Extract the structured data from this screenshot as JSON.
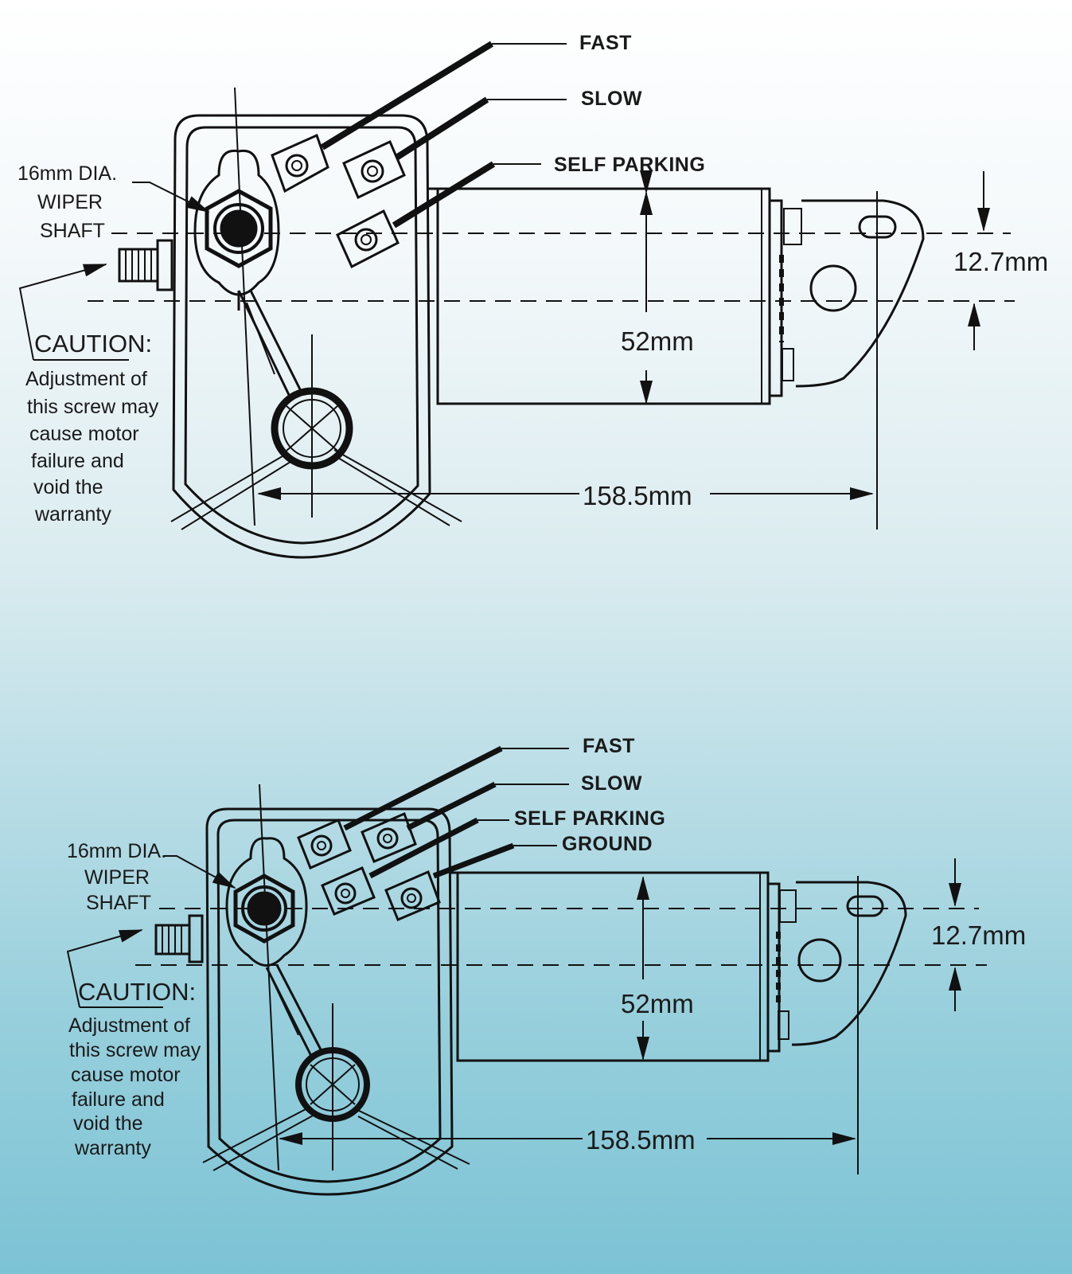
{
  "diagrams": [
    {
      "terminals": [
        "FAST",
        "SLOW",
        "SELF PARKING"
      ],
      "shaft_label": [
        "16mm DIA.",
        "WIPER",
        "SHAFT"
      ],
      "caution_title": "CAUTION:",
      "caution_text": [
        "Adjustment of",
        "this screw may",
        "cause motor",
        "failure and",
        "void the",
        "warranty"
      ],
      "dim_length": "158.5mm",
      "dim_diameter": "52mm",
      "dim_offset": "12.7mm"
    },
    {
      "terminals": [
        "FAST",
        "SLOW",
        "SELF PARKING",
        "GROUND"
      ],
      "shaft_label": [
        "16mm DIA.",
        "WIPER",
        "SHAFT"
      ],
      "caution_title": "CAUTION:",
      "caution_text": [
        "Adjustment of",
        "this screw may",
        "cause motor",
        "failure and",
        "void the",
        "warranty"
      ],
      "dim_length": "158.5mm",
      "dim_diameter": "52mm",
      "dim_offset": "12.7mm"
    }
  ]
}
